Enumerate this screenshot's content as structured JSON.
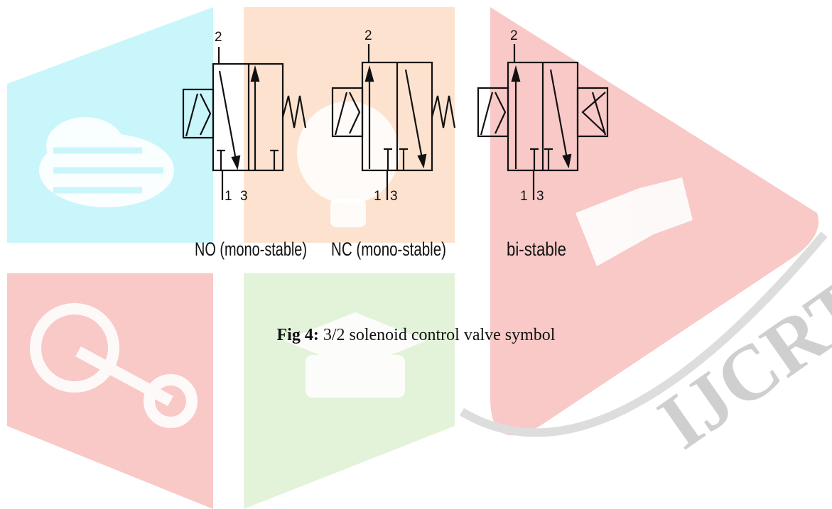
{
  "diagram": {
    "symbols": [
      {
        "label": "NO (mono-stable)",
        "port_top": "2",
        "port_bottom_left": "1",
        "port_bottom_right": "3"
      },
      {
        "label": "NC (mono-stable)",
        "port_top": "2",
        "port_bottom_left": "1",
        "port_bottom_right": "3"
      },
      {
        "label": "bi-stable",
        "port_top": "2",
        "port_bottom_left": "1",
        "port_bottom_right": "3"
      }
    ]
  },
  "caption": {
    "label": "Fig 4:",
    "text": " 3/2 solenoid control valve symbol"
  },
  "watermark": {
    "text": "IJCRT",
    "colors": {
      "cyan": "#c9f6fb",
      "orange": "#fde3cf",
      "red": "#f8c9c7",
      "green": "#e3f3d9",
      "grey": "#dddddd"
    }
  }
}
